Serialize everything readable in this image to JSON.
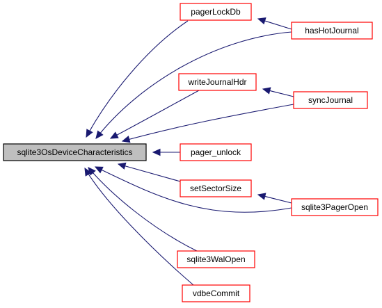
{
  "diagram": {
    "type": "call-graph",
    "colors": {
      "edge": "#191970",
      "node_border": "#ff0000",
      "root_fill": "#bfbfbf",
      "root_border": "#000000"
    },
    "nodes": [
      {
        "id": "root",
        "label": "sqlite3OsDeviceCharacteristics"
      },
      {
        "id": "pagerLockDb",
        "label": "pagerLockDb"
      },
      {
        "id": "hasHotJournal",
        "label": "hasHotJournal"
      },
      {
        "id": "writeJournalHdr",
        "label": "writeJournalHdr"
      },
      {
        "id": "syncJournal",
        "label": "syncJournal"
      },
      {
        "id": "pager_unlock",
        "label": "pager_unlock"
      },
      {
        "id": "setSectorSize",
        "label": "setSectorSize"
      },
      {
        "id": "sqlite3PagerOpen",
        "label": "sqlite3PagerOpen"
      },
      {
        "id": "sqlite3WalOpen",
        "label": "sqlite3WalOpen"
      },
      {
        "id": "vdbeCommit",
        "label": "vdbeCommit"
      }
    ],
    "edges": [
      {
        "from": "pagerLockDb",
        "to": "root"
      },
      {
        "from": "hasHotJournal",
        "to": "root"
      },
      {
        "from": "hasHotJournal",
        "to": "pagerLockDb"
      },
      {
        "from": "writeJournalHdr",
        "to": "root"
      },
      {
        "from": "syncJournal",
        "to": "root"
      },
      {
        "from": "syncJournal",
        "to": "writeJournalHdr"
      },
      {
        "from": "pager_unlock",
        "to": "root"
      },
      {
        "from": "setSectorSize",
        "to": "root"
      },
      {
        "from": "sqlite3PagerOpen",
        "to": "root"
      },
      {
        "from": "sqlite3PagerOpen",
        "to": "setSectorSize"
      },
      {
        "from": "sqlite3WalOpen",
        "to": "root"
      },
      {
        "from": "vdbeCommit",
        "to": "root"
      }
    ]
  }
}
